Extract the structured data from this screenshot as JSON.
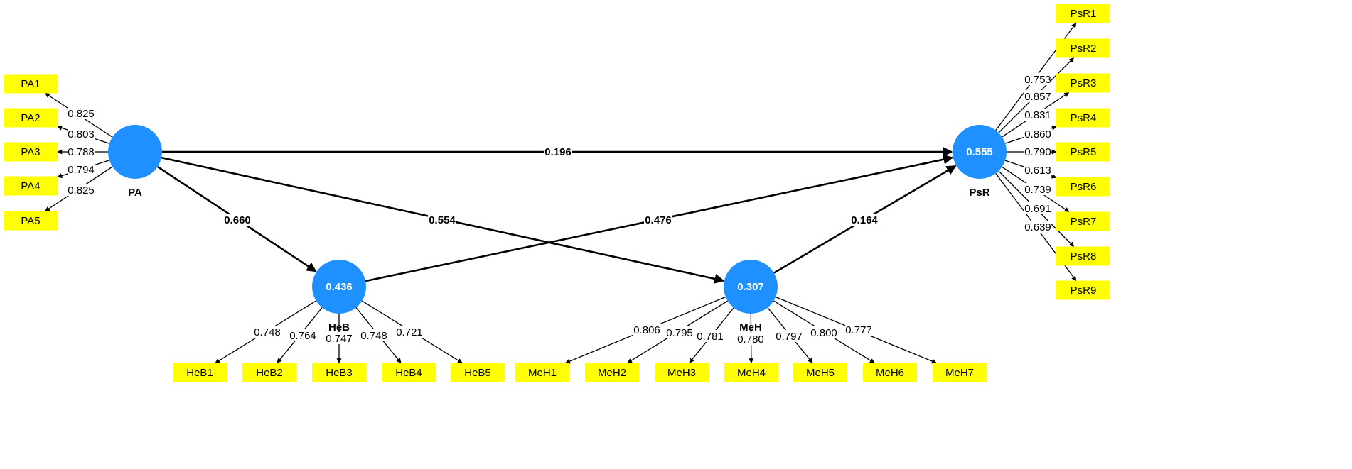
{
  "colors": {
    "indicator": "#ffff00",
    "latent": "#1e90ff",
    "edge": "#000000"
  },
  "latents": [
    {
      "id": "PA",
      "name": "PA",
      "r2": ""
    },
    {
      "id": "HeB",
      "name": "HeB",
      "r2": "0.436"
    },
    {
      "id": "MeH",
      "name": "MeH",
      "r2": "0.307"
    },
    {
      "id": "PsR",
      "name": "PsR",
      "r2": "0.555"
    }
  ],
  "paths": [
    {
      "from": "PA",
      "to": "PsR",
      "coef": "0.196"
    },
    {
      "from": "PA",
      "to": "HeB",
      "coef": "0.660"
    },
    {
      "from": "PA",
      "to": "MeH",
      "coef": "0.554"
    },
    {
      "from": "HeB",
      "to": "PsR",
      "coef": "0.476"
    },
    {
      "from": "MeH",
      "to": "PsR",
      "coef": "0.164"
    }
  ],
  "indicators": {
    "PA": [
      {
        "name": "PA1",
        "loading": "0.825"
      },
      {
        "name": "PA2",
        "loading": "0.803"
      },
      {
        "name": "PA3",
        "loading": "0.788"
      },
      {
        "name": "PA4",
        "loading": "0.794"
      },
      {
        "name": "PA5",
        "loading": "0.825"
      }
    ],
    "HeB": [
      {
        "name": "HeB1",
        "loading": "0.748"
      },
      {
        "name": "HeB2",
        "loading": "0.764"
      },
      {
        "name": "HeB3",
        "loading": "0.747"
      },
      {
        "name": "HeB4",
        "loading": "0.748"
      },
      {
        "name": "HeB5",
        "loading": "0.721"
      }
    ],
    "MeH": [
      {
        "name": "MeH1",
        "loading": "0.806"
      },
      {
        "name": "MeH2",
        "loading": "0.795"
      },
      {
        "name": "MeH3",
        "loading": "0.781"
      },
      {
        "name": "MeH4",
        "loading": "0.780"
      },
      {
        "name": "MeH5",
        "loading": "0.797"
      },
      {
        "name": "MeH6",
        "loading": "0.800"
      },
      {
        "name": "MeH7",
        "loading": "0.777"
      }
    ],
    "PsR": [
      {
        "name": "PsR1",
        "loading": ""
      },
      {
        "name": "PsR2",
        "loading": "0.753"
      },
      {
        "name": "PsR3",
        "loading": "0.857"
      },
      {
        "name": "PsR4",
        "loading": "0.831"
      },
      {
        "name": "PsR5",
        "loading": "0.860"
      },
      {
        "name": "PsR6",
        "loading": "0.790"
      },
      {
        "name": "PsR7",
        "loading": "0.613"
      },
      {
        "name": "PsR8",
        "loading": "0.739"
      },
      {
        "name": "PsR9",
        "loading": "0.691"
      }
    ]
  },
  "extra_loading_labels": [
    {
      "latent": "PsR",
      "text": "0.639"
    }
  ]
}
